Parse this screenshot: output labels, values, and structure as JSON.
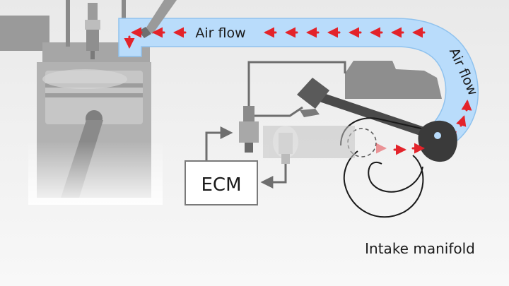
{
  "labels": {
    "air_flow_top": "Air flow",
    "air_flow_side": "Air flow",
    "ecm": "ECM",
    "intake_manifold": "Intake manifold"
  },
  "colors": {
    "background": "#f3f3f3",
    "air_duct": "#b9dcfb",
    "flow_arrow": "#e3232a",
    "engine_grey": "#8f8f8f",
    "dark_part": "#3a3a3a",
    "wire": "#6e6e6e"
  },
  "icons": {
    "flow_arrow": "red-dashed-arrow",
    "wire_arrow": "grey-wire-arrow"
  }
}
